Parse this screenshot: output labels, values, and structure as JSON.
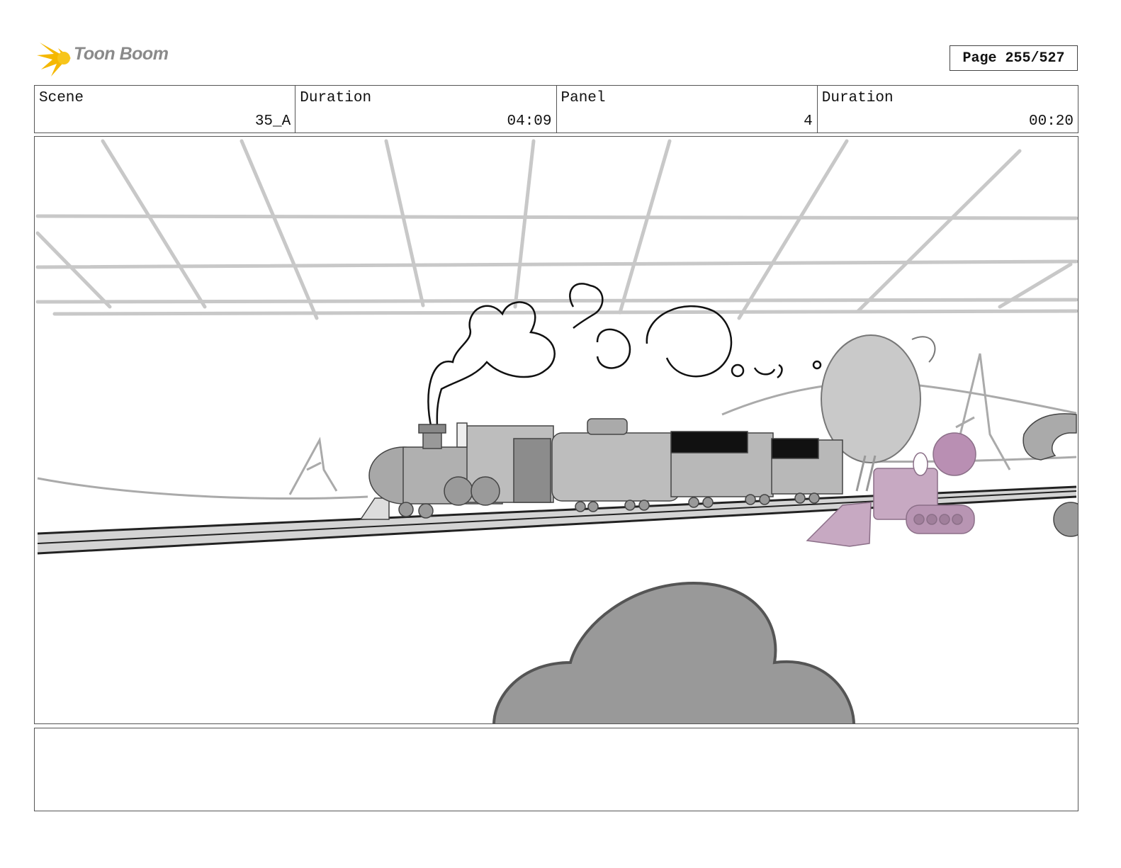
{
  "header": {
    "logo_text": "Toon Boom",
    "page_label": "Page 255/527"
  },
  "info": {
    "scene_label": "Scene",
    "scene_value": "35_A",
    "scene_duration_label": "Duration",
    "scene_duration_value": "04:09",
    "panel_label": "Panel",
    "panel_value": "4",
    "panel_duration_label": "Duration",
    "panel_duration_value": "00:20"
  },
  "colors": {
    "logo_yellow": "#f5b800",
    "logo_text": "#8a8a8a",
    "border": "#555555",
    "sketch_gray": "#c8c8c8",
    "bulldozer_pink": "#c7a9c2",
    "cloud_gray": "#999999"
  }
}
